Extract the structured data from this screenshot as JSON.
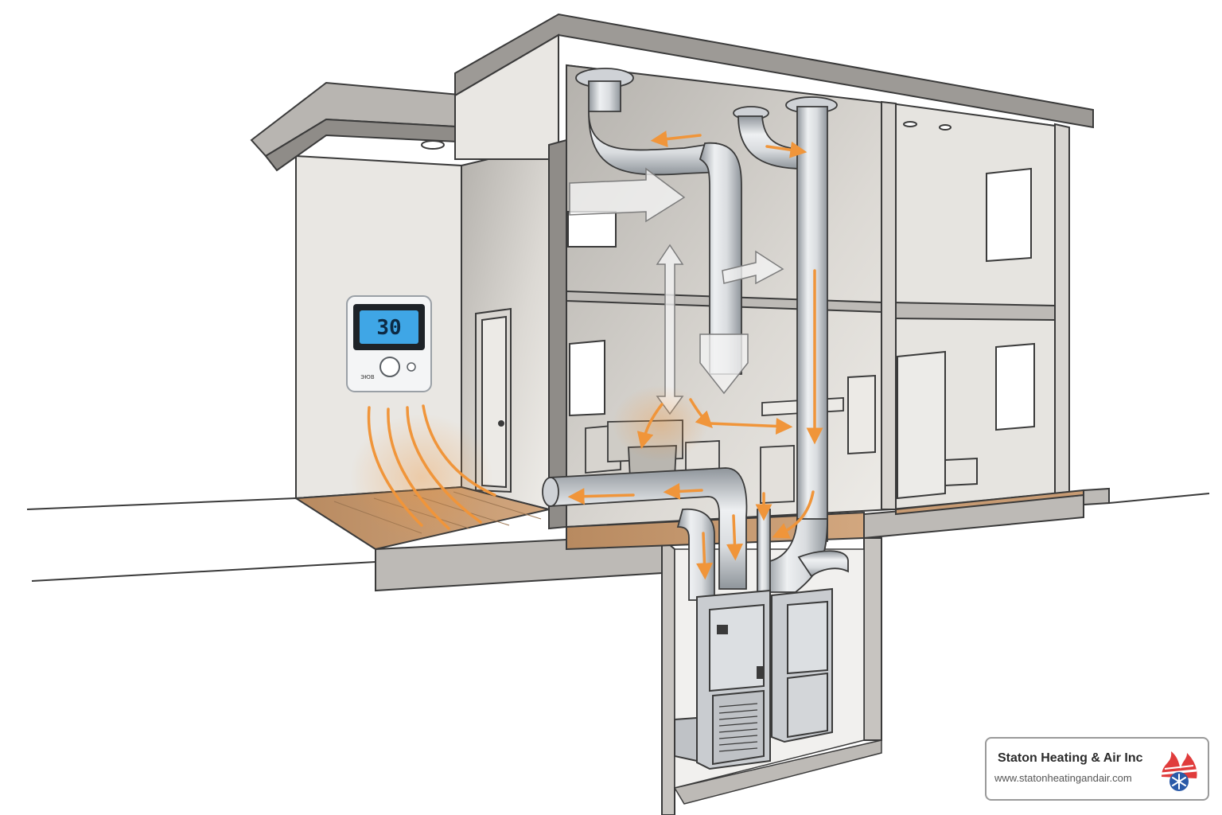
{
  "thermostat": {
    "display_value": "30",
    "small_label": "ЭЮВ"
  },
  "brand": {
    "name": "Staton Heating & Air Inc",
    "url": "www.statonheatingandair.com"
  },
  "colors": {
    "airflow_accent": "#f0953a",
    "duct_metal": "#c9ccd0",
    "wall_fill": "#e6e4e0",
    "shadow_fill": "#a9a6a2",
    "outline": "#3a3a3a",
    "floor_wood": "#c89b73",
    "thermostat_screen": "#3fa6e6",
    "logo_red": "#e03c3c",
    "logo_blue": "#2b5aa8"
  },
  "icons": {
    "thermostat": "thermostat-icon",
    "furnace": "furnace-icon",
    "airflow": "airflow-arrow-icon",
    "logo": "flame-snowflake-logo-icon"
  }
}
